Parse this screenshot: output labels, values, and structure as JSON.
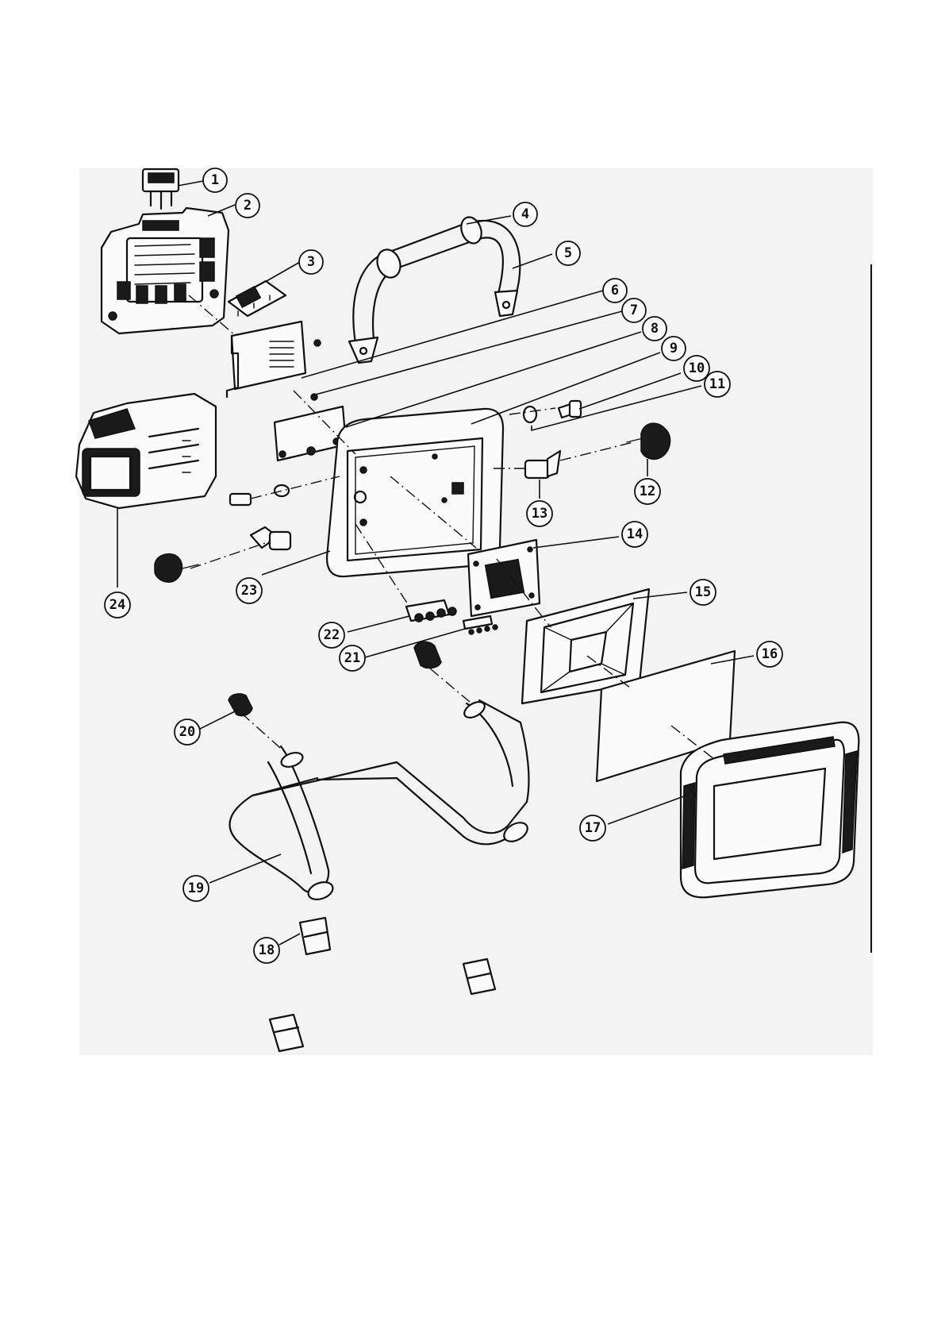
{
  "diagram": {
    "type": "exploded-parts-view",
    "callouts": [
      "1",
      "2",
      "3",
      "4",
      "5",
      "6",
      "7",
      "8",
      "9",
      "10",
      "11",
      "12",
      "13",
      "14",
      "15",
      "16",
      "17",
      "18",
      "19",
      "20",
      "21",
      "22",
      "23",
      "24"
    ]
  }
}
